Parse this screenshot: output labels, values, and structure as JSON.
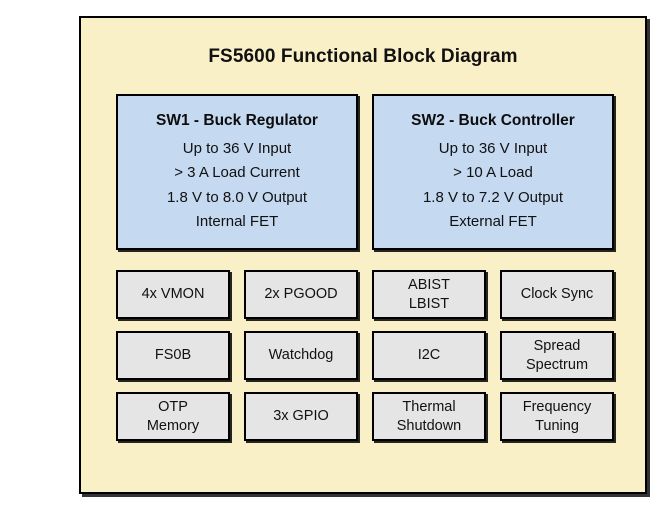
{
  "diagram": {
    "title": "FS5600 Functional Block Diagram",
    "colors": {
      "panel_background": "#faf0c8",
      "switcher_block_fill": "#c5d9f1",
      "feature_block_fill": "#e5e5e5",
      "border": "#000000",
      "text": "#111111",
      "page_background": "#ffffff"
    },
    "switchers": [
      {
        "name": "sw1",
        "title": "SW1 - Buck Regulator",
        "specs": [
          "Up to 36 V Input",
          "> 3 A Load Current",
          "1.8 V to 8.0 V Output",
          "Internal FET"
        ]
      },
      {
        "name": "sw2",
        "title": "SW2 - Buck Controller",
        "specs": [
          "Up to 36 V Input",
          "> 10 A Load",
          "1.8 V to 7.2 V Output",
          "External FET"
        ]
      }
    ],
    "features": [
      [
        {
          "name": "vmon",
          "lines": [
            "4x VMON"
          ]
        },
        {
          "name": "pgood",
          "lines": [
            "2x PGOOD"
          ]
        },
        {
          "name": "abist-lbist",
          "lines": [
            "ABIST",
            "LBIST"
          ]
        },
        {
          "name": "clock-sync",
          "lines": [
            "Clock Sync"
          ]
        }
      ],
      [
        {
          "name": "fs0b",
          "lines": [
            "FS0B"
          ]
        },
        {
          "name": "watchdog",
          "lines": [
            "Watchdog"
          ]
        },
        {
          "name": "i2c",
          "lines": [
            "I2C"
          ]
        },
        {
          "name": "spread-spectrum",
          "lines": [
            "Spread",
            "Spectrum"
          ]
        }
      ],
      [
        {
          "name": "otp-memory",
          "lines": [
            "OTP",
            "Memory"
          ]
        },
        {
          "name": "gpio",
          "lines": [
            "3x GPIO"
          ]
        },
        {
          "name": "thermal-shutdown",
          "lines": [
            "Thermal",
            "Shutdown"
          ]
        },
        {
          "name": "frequency-tuning",
          "lines": [
            "Frequency",
            "Tuning"
          ]
        }
      ]
    ]
  }
}
